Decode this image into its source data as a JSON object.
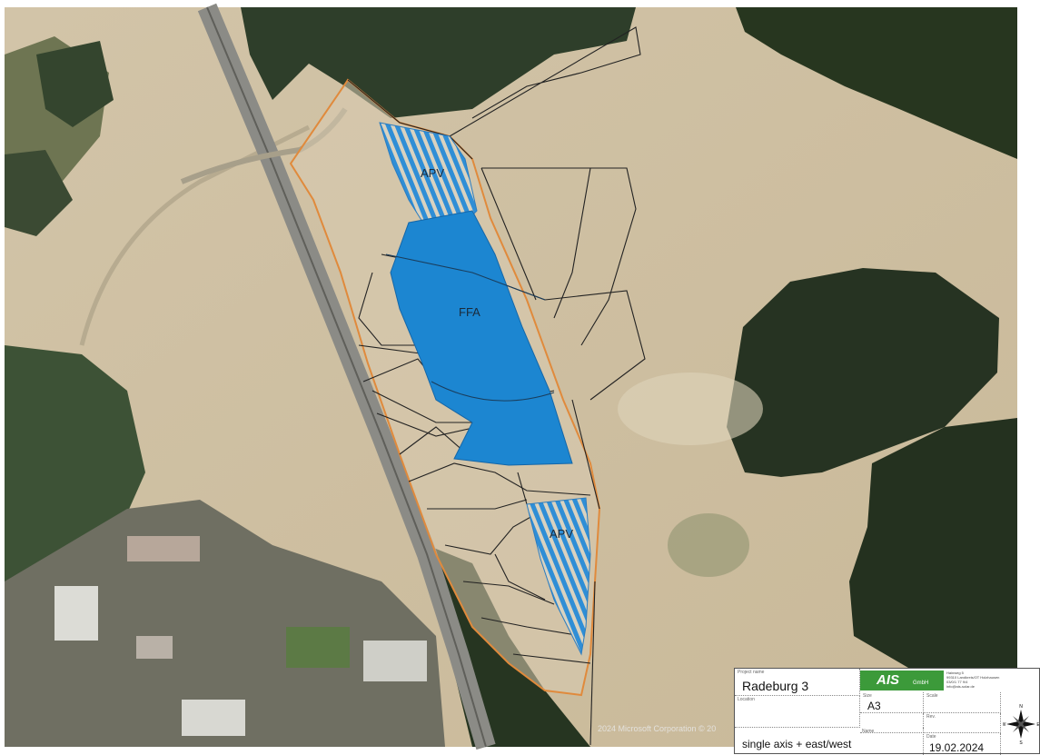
{
  "map": {
    "zones": [
      {
        "id": "apv-north",
        "label": "APV"
      },
      {
        "id": "ffa",
        "label": "FFA"
      },
      {
        "id": "apv-south",
        "label": "APV"
      }
    ],
    "copyright": "2024 Microsoft Corporation © 20",
    "colors": {
      "apv_stripe": "#2f8ed6",
      "ffa_fill": "#1c86d1",
      "parcel_line": "#222222",
      "boundary_line": "#e08a3c"
    }
  },
  "title_block": {
    "project_name_label": "Project name",
    "project_name": "Radeburg 3",
    "location_label": "Location",
    "format_label": "Size",
    "format": "A3",
    "scale_label": "Scale",
    "rev_label": "Rev.",
    "name_label": "Name",
    "system": "single axis + east/west",
    "date_label": "Date",
    "date": "19.02.2024",
    "logo_text": "AIS",
    "logo_sub": "GmbH",
    "address_lines": [
      "Hainweg 5",
      "99310 Landkreis/OT Holzhausen",
      "03/0/1 77 9/4",
      "info@ais-solar.de"
    ],
    "compass_labels": {
      "n": "N",
      "e": "E",
      "s": "S",
      "w": "W"
    }
  }
}
